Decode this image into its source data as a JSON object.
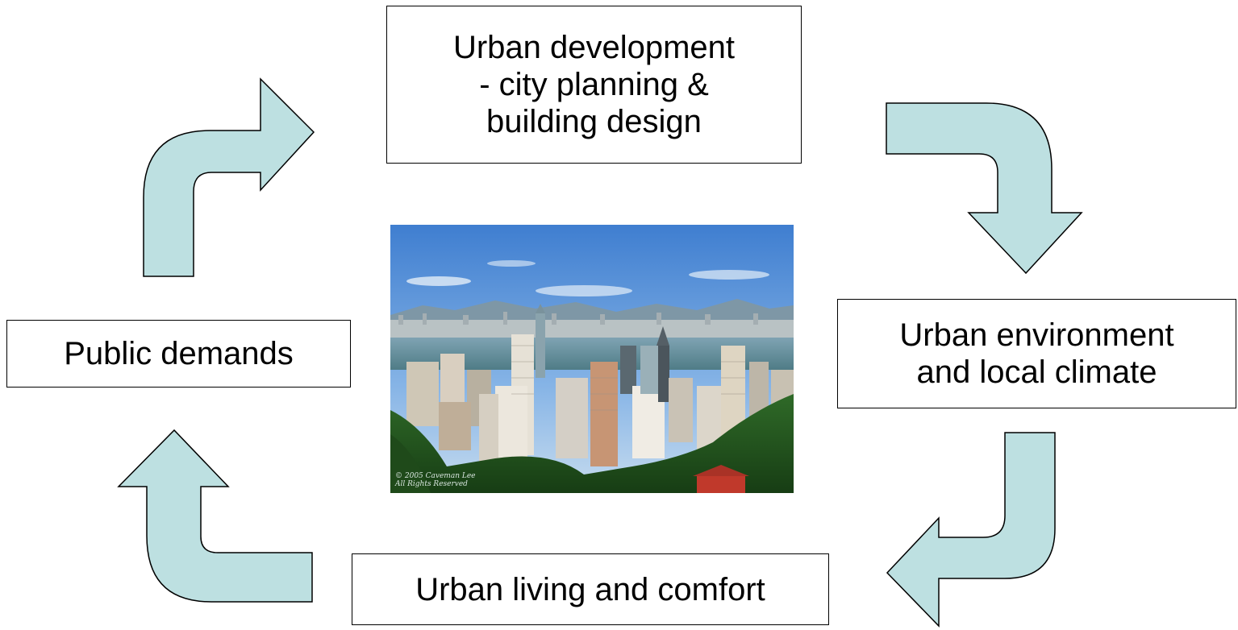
{
  "diagram": {
    "nodes": {
      "top": "Urban development\n- city planning &\nbuilding design",
      "right": "Urban environment\nand local climate",
      "bottom": "Urban living and comfort",
      "left": "Public demands"
    },
    "photo": {
      "caption_line1": "© 2005 Caveman Lee",
      "caption_line2": "All Rights Reserved"
    },
    "colors": {
      "arrow_fill": "#BDE0E1",
      "arrow_stroke": "#000000",
      "box_border": "#000000",
      "text": "#000000"
    },
    "flow": [
      "top",
      "right",
      "bottom",
      "left"
    ]
  }
}
